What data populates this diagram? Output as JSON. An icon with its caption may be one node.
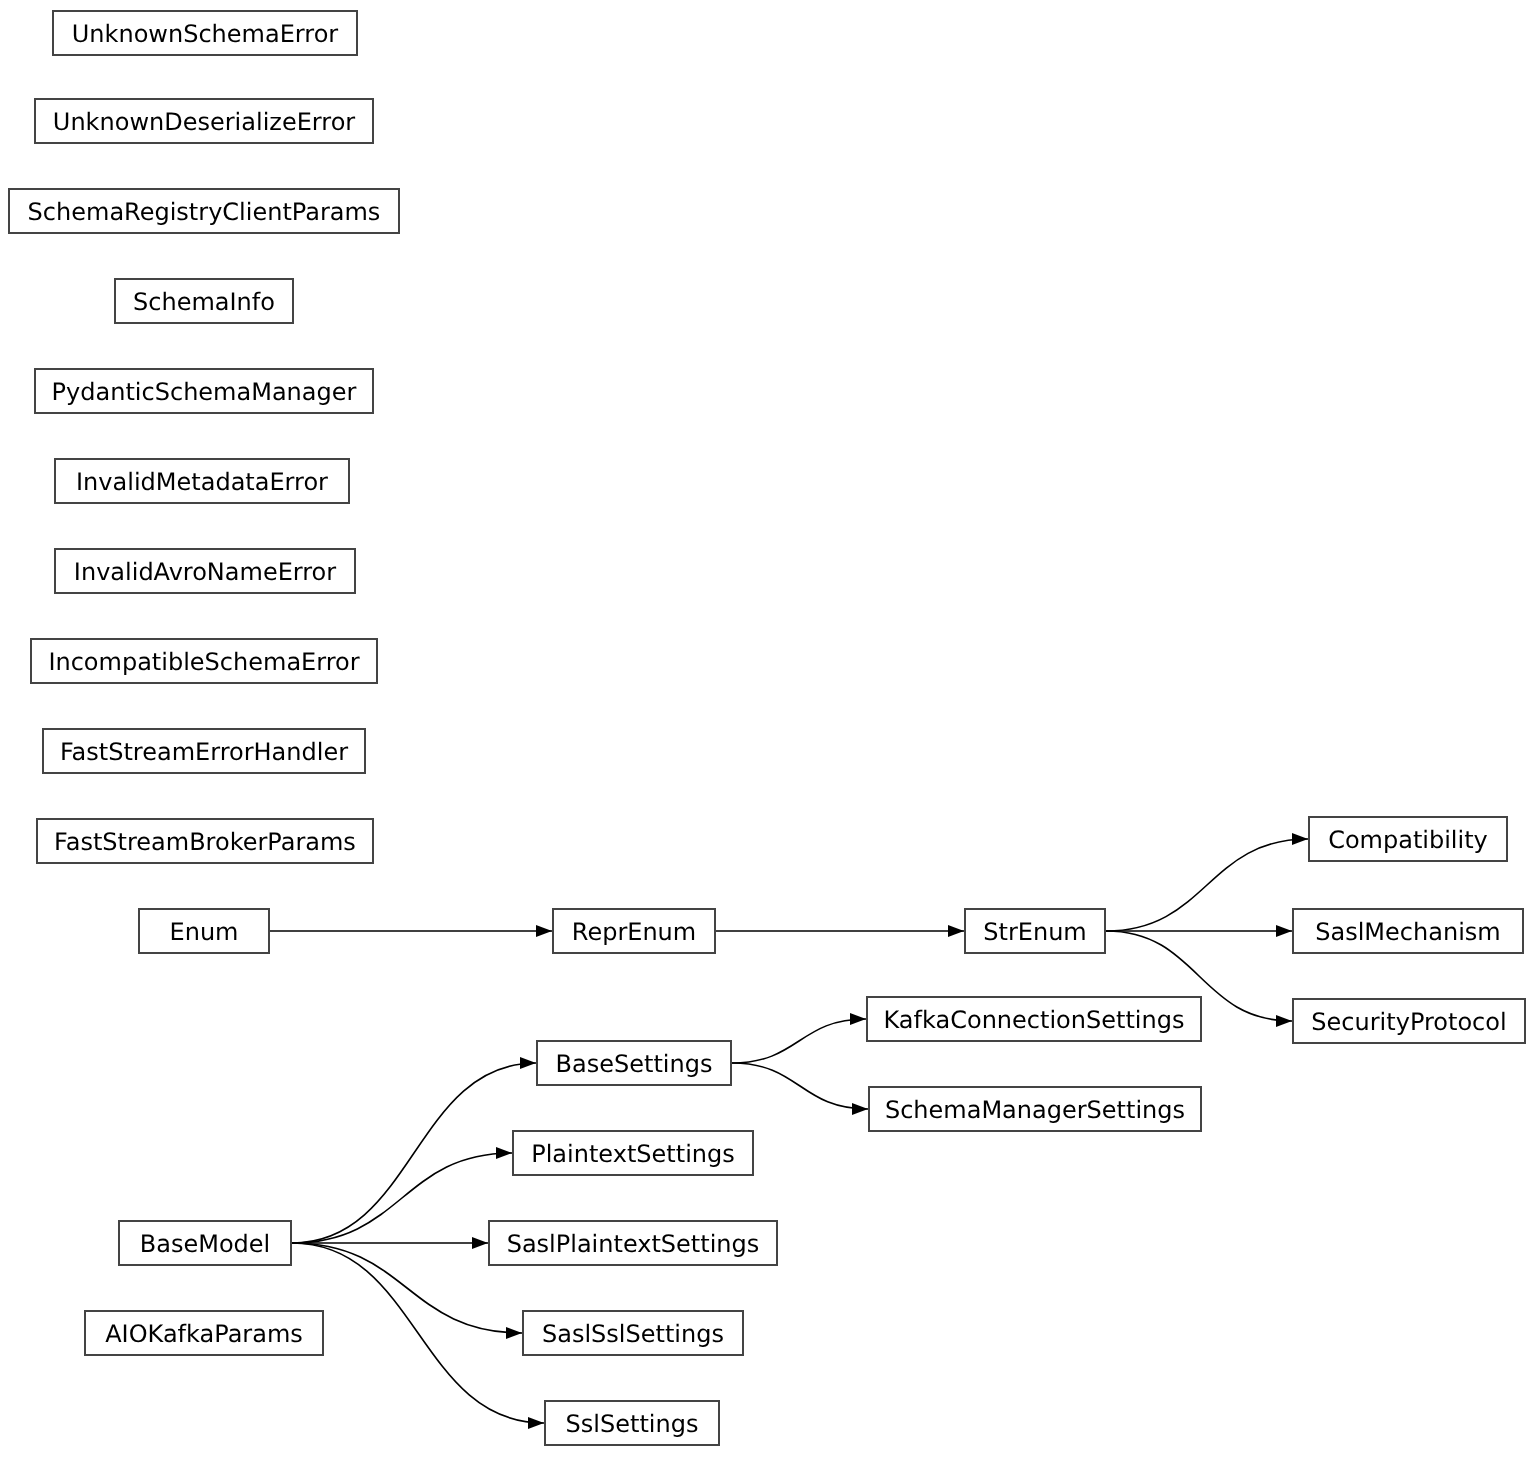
{
  "diagram": {
    "nodes": [
      {
        "text": [
          "UnknownSchemaError"
        ]
      },
      {
        "text": [
          "UnknownDeserializeError"
        ]
      },
      {
        "text": [
          "SchemaRegistryClientParams"
        ]
      },
      {
        "text": [
          "SchemaInfo"
        ]
      },
      {
        "text": [
          "PydanticSchemaManager"
        ]
      },
      {
        "text": [
          "InvalidMetadataError"
        ]
      },
      {
        "text": [
          "InvalidAvroNameError"
        ]
      },
      {
        "text": [
          "IncompatibleSchemaError"
        ]
      },
      {
        "text": [
          "FastStreamErrorHandler"
        ]
      },
      {
        "text": [
          "FastStreamBrokerParams"
        ]
      },
      {
        "text": [
          "Compatibility"
        ]
      },
      {
        "text": [
          "Enum"
        ]
      },
      {
        "text": [
          "ReprEnum"
        ]
      },
      {
        "text": [
          "StrEnum"
        ]
      },
      {
        "text": [
          "SaslMechanism"
        ]
      },
      {
        "text": [
          "SecurityProtocol"
        ]
      },
      {
        "text": [
          "BaseSettings"
        ]
      },
      {
        "text": [
          "KafkaConnectionSettings"
        ]
      },
      {
        "text": [
          "SchemaManagerSettings"
        ]
      },
      {
        "text": [
          "PlaintextSettings"
        ]
      },
      {
        "text": [
          "BaseModel"
        ]
      },
      {
        "text": [
          "SaslPlaintextSettings"
        ]
      },
      {
        "text": [
          "SaslSslSettings"
        ]
      },
      {
        "text": [
          "AIOKafkaParams"
        ]
      },
      {
        "text": [
          "SslSettings"
        ]
      }
    ],
    "edges": [
      {
        "from": 11,
        "to": 12,
        "arrow": "to"
      },
      {
        "from": 12,
        "to": 13,
        "arrow": "to"
      },
      {
        "from": 13,
        "to": 10,
        "arrow": "to"
      },
      {
        "from": 13,
        "to": 14,
        "arrow": "to"
      },
      {
        "from": 13,
        "to": 15,
        "arrow": "to"
      },
      {
        "from": 20,
        "to": 16,
        "arrow": "to"
      },
      {
        "from": 20,
        "to": 19,
        "arrow": "to"
      },
      {
        "from": 20,
        "to": 21,
        "arrow": "to"
      },
      {
        "from": 20,
        "to": 22,
        "arrow": "to"
      },
      {
        "from": 20,
        "to": 24,
        "arrow": "to"
      },
      {
        "from": 16,
        "to": 17,
        "arrow": "to"
      },
      {
        "from": 16,
        "to": 18,
        "arrow": "to"
      }
    ]
  }
}
